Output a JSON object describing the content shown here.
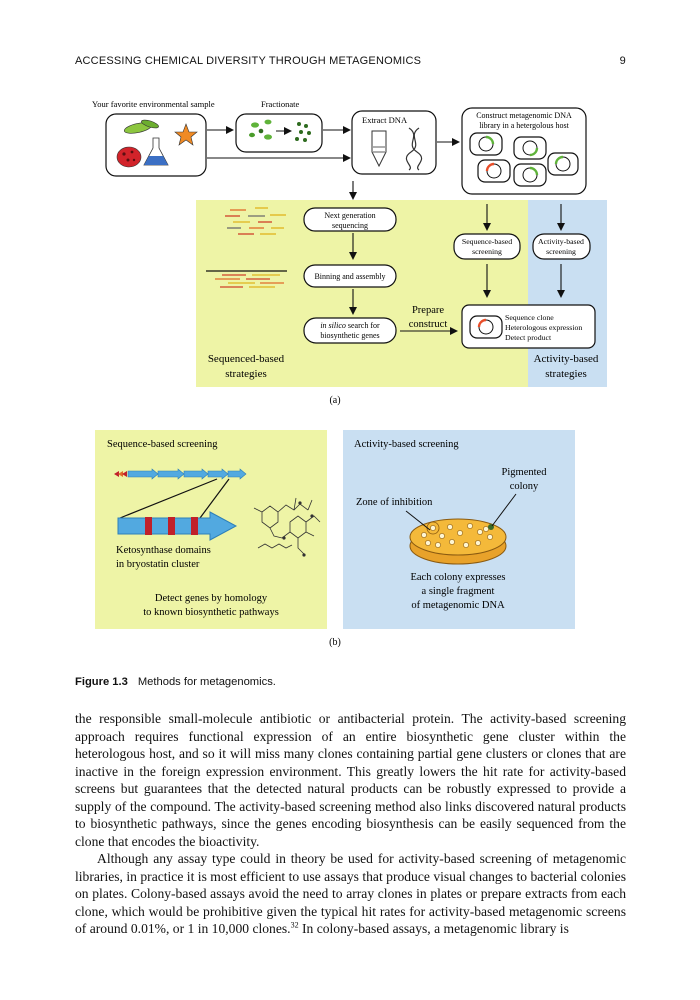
{
  "header": {
    "running_title": "ACCESSING CHEMICAL DIVERSITY THROUGH METAGENOMICS",
    "page_number": "9"
  },
  "figure": {
    "panel_a": {
      "sample_label": "Your favorite environmental sample",
      "fractionate_label": "Fractionate",
      "extract_label": "Extract DNA",
      "library_line1": "Construct metagenomic DNA",
      "library_line2": "library in a hetergolous host",
      "ngs_line1": "Next generation",
      "ngs_line2": "sequencing",
      "binning": "Binning and assembly",
      "insilico_italic": "in silico",
      "insilico_rest": " search for",
      "insilico_line2": "biosynthetic genes",
      "prepare_line1": "Prepare",
      "prepare_line2": "construct",
      "seqscreen_line1": "Sequence-based",
      "seqscreen_line2": "screening",
      "actscreen_line1": "Activity-based",
      "actscreen_line2": "screening",
      "result_line1": "Sequence clone",
      "result_line2": "Heterologous expression",
      "result_line3": "Detect product",
      "seq_strat_line1": "Sequenced-based",
      "seq_strat_line2": "strategies",
      "act_strat_line1": "Activity-based",
      "act_strat_line2": "strategies",
      "label": "(a)"
    },
    "panel_b": {
      "seq_title": "Sequence-based screening",
      "ks_line1": "Ketosynthase domains",
      "ks_line2": "in bryostatin cluster",
      "detect_line1": "Detect genes by homology",
      "detect_line2": "to known biosynthetic pathways",
      "act_title": "Activity-based screening",
      "pigmented_line1": "Pigmented",
      "pigmented_line2": "colony",
      "zone": "Zone of inhibition",
      "each_line1": "Each colony expresses",
      "each_line2": "a single fragment",
      "each_line3": "of metagenomic DNA",
      "label": "(b)"
    },
    "colors": {
      "yellow_panel": "#eef4a6",
      "blue_panel": "#c9dff2",
      "arrow_blue": "#52a9e0",
      "domain_red": "#c0202a"
    }
  },
  "caption": {
    "label": "Figure 1.3",
    "text": "Methods for metagenomics."
  },
  "body": {
    "para1": "the responsible small-molecule antibiotic or antibacterial protein. The activity-based screening approach requires functional expression of an entire biosynthetic gene cluster within the heterologous host, and so it will miss many clones containing partial gene clusters or clones that are inactive in the foreign expression environment. This greatly lowers the hit rate for activity-based screens but guarantees that the detected natural products can be robustly expressed to provide a supply of the compound. The activity-based screening method also links discovered natural products to biosynthetic pathways, since the genes encoding biosynthesis can be easily sequenced from the clone that encodes the bioactivity.",
    "para2_before": "Although any assay type could in theory be used for activity-based screening of metagenomic libraries, in practice it is most efficient to use assays that produce visual changes to bacterial colonies on plates. Colony-based assays avoid the need to array clones in plates or prepare extracts from each clone, which would be prohibitive given the typical hit rates for activity-based metagenomic screens of around 0.01%, or 1 in 10,000 clones.",
    "para2_ref": "32",
    "para2_after": " In colony-based assays, a metagenomic library is"
  }
}
